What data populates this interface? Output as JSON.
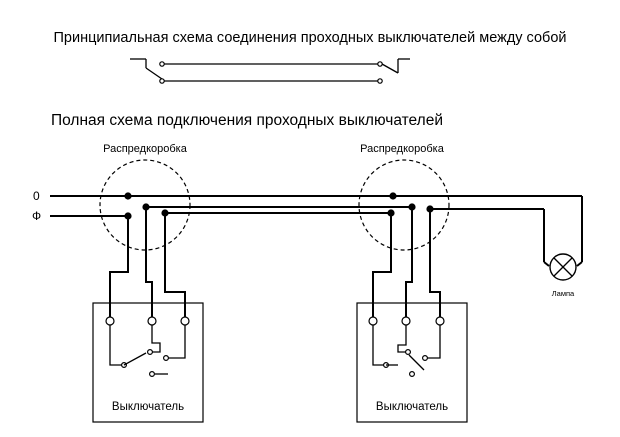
{
  "texts": {
    "schematic_title": "Принципиальная схема соединения проходных выключателей между собой",
    "full_title": "Полная схема подключения проходных выключателей",
    "box_left_label": "Распредкоробка",
    "box_right_label": "Распредкоробка",
    "wire_neutral_label": "0",
    "wire_phase_label": "Ф",
    "switch_left_label": "Выключатель",
    "switch_right_label": "Выключатель",
    "lamp_label": "Лампа"
  },
  "colors": {
    "ink": "#000000",
    "background": "#ffffff"
  },
  "icons": {
    "lamp": "lamp-symbol-circle-with-cross",
    "junction": "junction-dot",
    "terminal": "open-terminal-circle"
  }
}
